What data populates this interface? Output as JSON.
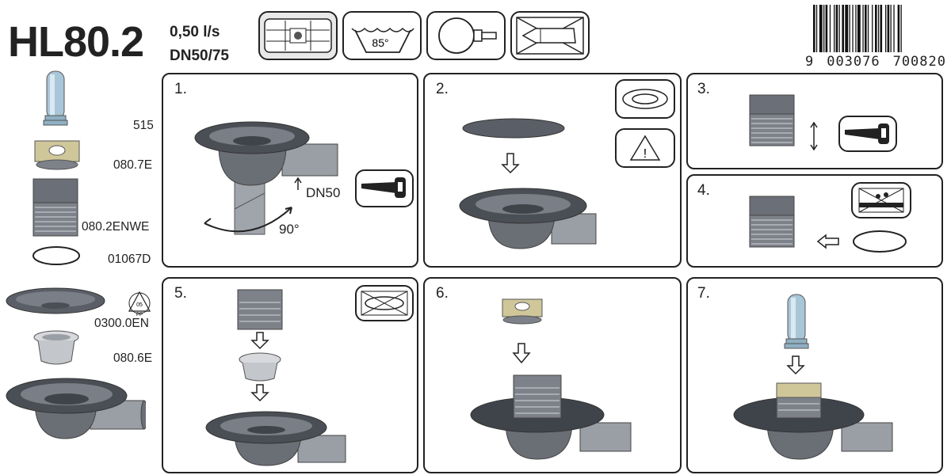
{
  "header": {
    "model": "HL80.2",
    "flow_rate": "0,50 l/s",
    "dn": "DN50/75",
    "temperature": "85°",
    "icons": [
      "grate-icon",
      "temperature-bowl-icon",
      "trap-icon",
      "no-pressure-cleaning-icon"
    ]
  },
  "barcode": {
    "lead": "9",
    "group1": "003076",
    "group2": "700820"
  },
  "parts": [
    {
      "code": "515"
    },
    {
      "code": "080.7E"
    },
    {
      "code": "080.2ENWE"
    },
    {
      "code": "01067D"
    },
    {
      "code": "0300.0EN"
    },
    {
      "code": "080.6E"
    }
  ],
  "recycle": {
    "code": "05",
    "material": "PP"
  },
  "steps": [
    {
      "number": "1.",
      "dn_label": "DN50",
      "angle_label": "90°"
    },
    {
      "number": "2."
    },
    {
      "number": "3."
    },
    {
      "number": "4."
    },
    {
      "number": "5."
    },
    {
      "number": "6."
    },
    {
      "number": "7."
    }
  ],
  "colors": {
    "outline": "#222222",
    "metal_dark": "#4a4e55",
    "metal_mid": "#8a8f97",
    "metal_light": "#c9ccd1",
    "gasket": "#cfc79a",
    "grate_blue": "#a9c6d8"
  }
}
